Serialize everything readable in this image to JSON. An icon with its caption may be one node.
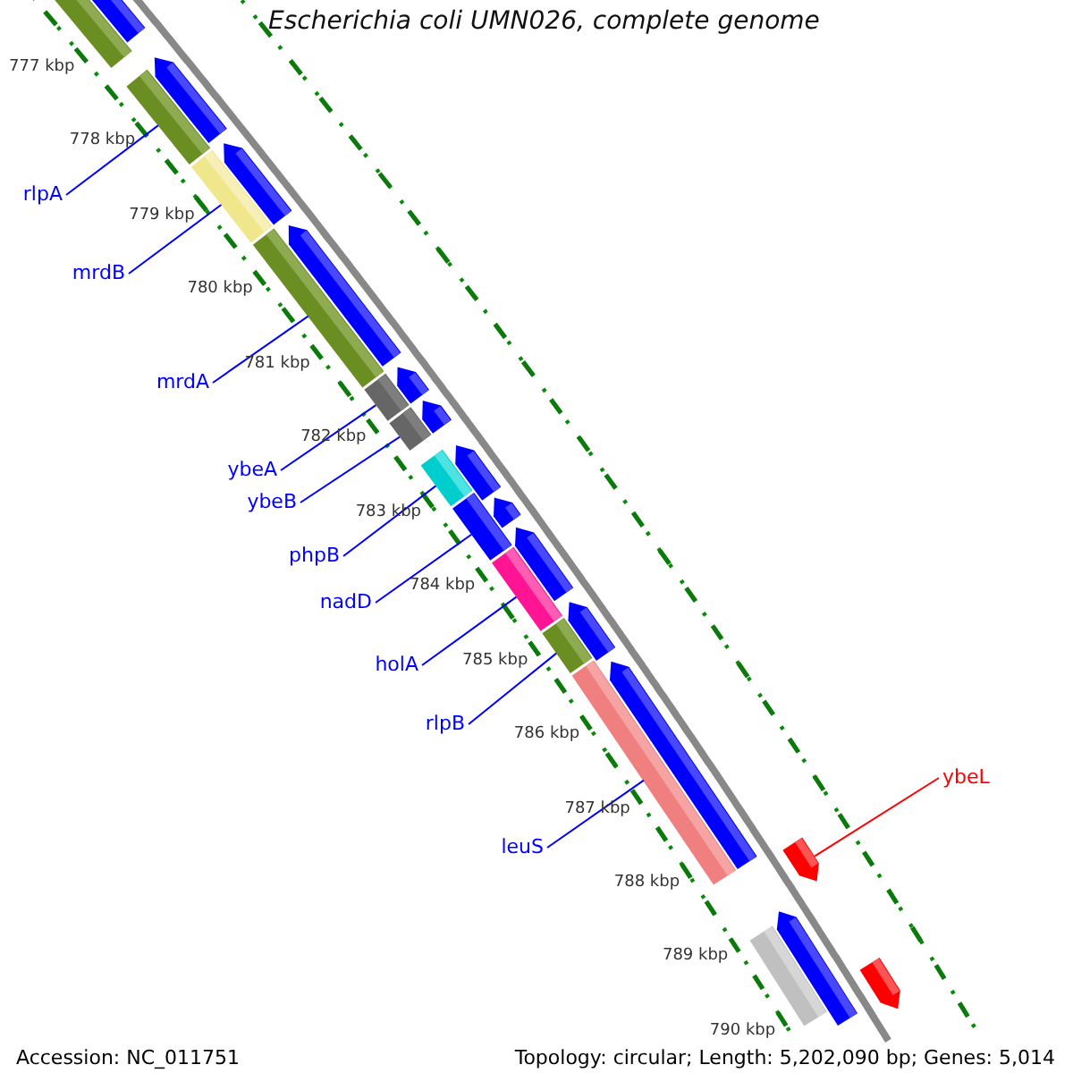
{
  "diagram": {
    "title": "Escherichia coli UMN026, complete genome",
    "nodes": [
      {
        "text": [
          "rlpA"
        ]
      },
      {
        "text": [
          "mrdB"
        ]
      },
      {
        "text": [
          "mrdA"
        ]
      },
      {
        "text": [
          "ybeA"
        ]
      },
      {
        "text": [
          "ybeB"
        ]
      },
      {
        "text": [
          "phpB"
        ]
      },
      {
        "text": [
          "nadD"
        ]
      },
      {
        "text": [
          "holA"
        ]
      },
      {
        "text": [
          "rlpB"
        ]
      },
      {
        "text": [
          "leuS"
        ]
      },
      {
        "text": [
          "ybeL"
        ]
      },
      {
        "text": [],
        "shape": "bar"
      },
      {
        "text": [],
        "shape": "pentagon"
      },
      {
        "text": [],
        "shape": "bar"
      },
      {
        "text": [],
        "shape": "pentagon"
      },
      {
        "text": [],
        "shape": "bar"
      },
      {
        "text": [],
        "shape": "pentagon"
      },
      {
        "text": [],
        "shape": "bar"
      },
      {
        "text": [],
        "shape": "pentagon"
      },
      {
        "text": [],
        "shape": "pentagon"
      },
      {
        "text": [],
        "shape": "bar"
      },
      {
        "text": [],
        "shape": "bar"
      },
      {
        "text": [],
        "shape": "pentagon"
      },
      {
        "text": [],
        "shape": "bar"
      },
      {
        "text": [],
        "shape": "pentagon"
      },
      {
        "text": [],
        "shape": "bar"
      },
      {
        "text": [],
        "shape": "pentagon"
      },
      {
        "text": [],
        "shape": "pentagon"
      },
      {
        "text": [],
        "shape": "bar"
      },
      {
        "text": [],
        "shape": "pentagon"
      },
      {
        "text": [],
        "shape": "bar"
      },
      {
        "text": [],
        "shape": "bar"
      },
      {
        "text": [],
        "shape": "pentagon"
      },
      {
        "text": [],
        "shape": "pentagon"
      },
      {
        "text": [],
        "shape": "bar"
      },
      {
        "text": [],
        "shape": "pentagon"
      },
      {
        "text": [],
        "shape": "pentagon"
      }
    ],
    "edges": [
      {
        "from": 0,
        "to": 13,
        "arrow": "none"
      },
      {
        "from": 1,
        "to": 15,
        "arrow": "none"
      },
      {
        "from": 2,
        "to": 17,
        "arrow": "none"
      },
      {
        "from": 3,
        "to": 20,
        "arrow": "none"
      },
      {
        "from": 4,
        "to": 21,
        "arrow": "none"
      },
      {
        "from": 5,
        "to": 23,
        "arrow": "none"
      },
      {
        "from": 6,
        "to": 25,
        "arrow": "none"
      },
      {
        "from": 7,
        "to": 28,
        "arrow": "none"
      },
      {
        "from": 8,
        "to": 30,
        "arrow": "none"
      },
      {
        "from": 9,
        "to": 31,
        "arrow": "none"
      },
      {
        "from": 10,
        "to": 33,
        "arrow": "none",
        "color": "#ff0000"
      }
    ],
    "labels": [
      "777 kbp",
      "778 kbp",
      "779 kbp",
      "780 kbp",
      "781 kbp",
      "782 kbp",
      "783 kbp",
      "784 kbp",
      "785 kbp",
      "786 kbp",
      "787 kbp",
      "788 kbp",
      "789 kbp",
      "790 kbp",
      "Accession: NC_011751",
      "Topology: circular; Length: 5,202,090 bp; Genes: 5,014"
    ]
  }
}
